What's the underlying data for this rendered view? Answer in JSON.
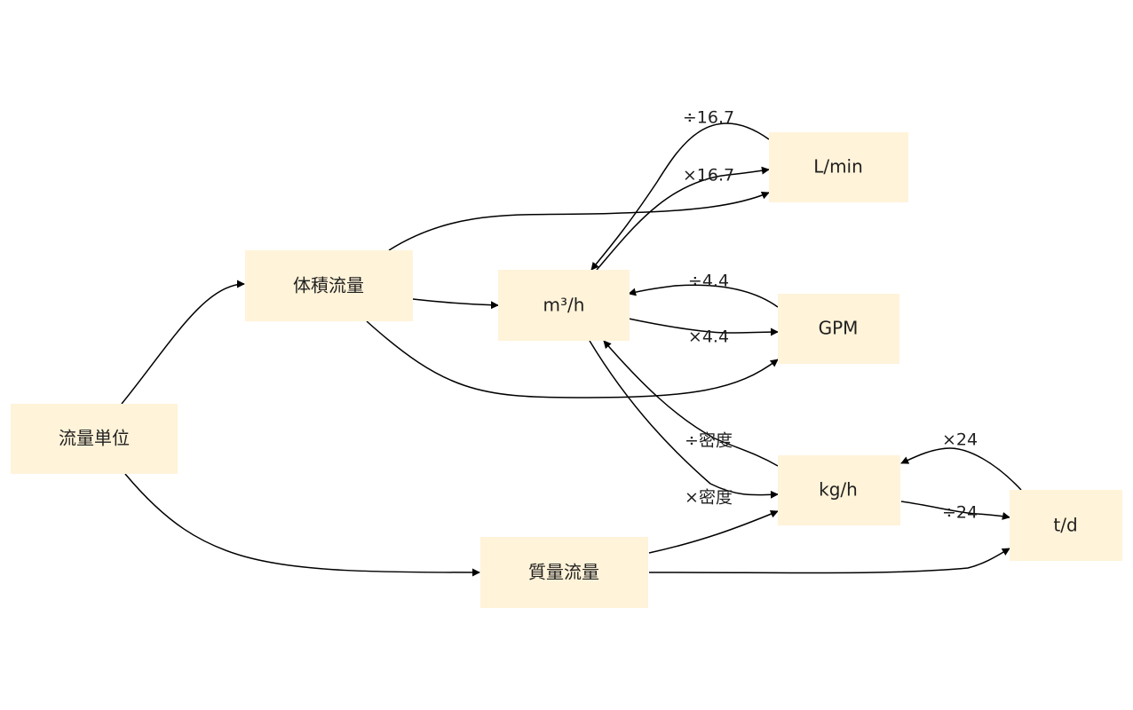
{
  "nodes": {
    "flow_units": "流量単位",
    "volume_flow": "体積流量",
    "mass_flow": "質量流量",
    "m3h": "m³/h",
    "lmin": "L/min",
    "gpm": "GPM",
    "kgh": "kg/h",
    "td": "t/d"
  },
  "edge_labels": {
    "m3h_to_lmin": "×16.7",
    "lmin_to_m3h": "÷16.7",
    "m3h_to_gpm": "×4.4",
    "gpm_to_m3h": "÷4.4",
    "m3h_to_kgh": "×密度",
    "kgh_to_m3h": "÷密度",
    "kgh_to_td": "÷24",
    "td_to_kgh": "×24"
  },
  "colors": {
    "node_fill": "#fff3d9",
    "edge_stroke": "#000000",
    "text": "#1f1f1f"
  }
}
